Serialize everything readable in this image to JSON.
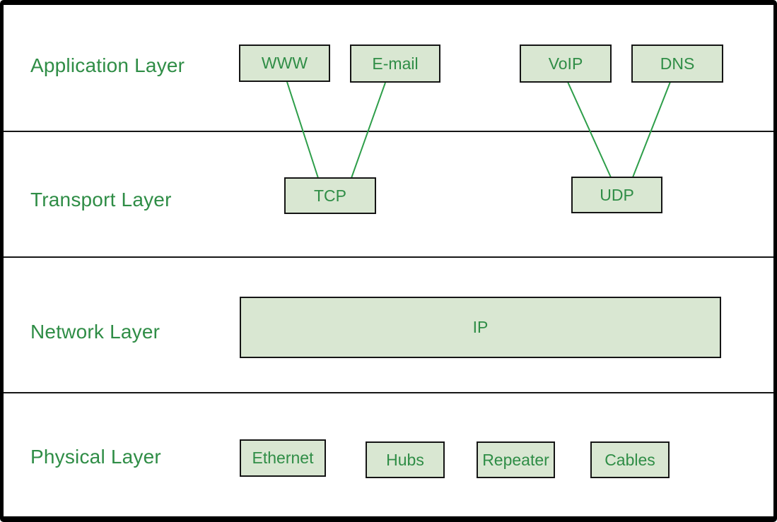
{
  "colors": {
    "accent_green_text": "#2f8d46",
    "connector_green": "#2d9e49",
    "node_fill": "#d9e7d2",
    "node_border": "#151515",
    "frame_border": "#000000",
    "background": "#ffffff"
  },
  "layers": [
    {
      "label": "Application Layer",
      "nodes": [
        {
          "id": "www",
          "label": "WWW"
        },
        {
          "id": "email",
          "label": "E-mail"
        },
        {
          "id": "voip",
          "label": "VoIP"
        },
        {
          "id": "dns",
          "label": "DNS"
        }
      ]
    },
    {
      "label": "Transport Layer",
      "nodes": [
        {
          "id": "tcp",
          "label": "TCP"
        },
        {
          "id": "udp",
          "label": "UDP"
        }
      ]
    },
    {
      "label": "Network Layer",
      "nodes": [
        {
          "id": "ip",
          "label": "IP"
        }
      ]
    },
    {
      "label": "Physical Layer",
      "nodes": [
        {
          "id": "ethernet",
          "label": "Ethernet"
        },
        {
          "id": "hubs",
          "label": "Hubs"
        },
        {
          "id": "repeater",
          "label": "Repeater"
        },
        {
          "id": "cables",
          "label": "Cables"
        }
      ]
    }
  ],
  "edges": [
    {
      "from": "WWW",
      "to": "TCP"
    },
    {
      "from": "E-mail",
      "to": "TCP"
    },
    {
      "from": "VoIP",
      "to": "UDP"
    },
    {
      "from": "DNS",
      "to": "UDP"
    }
  ]
}
